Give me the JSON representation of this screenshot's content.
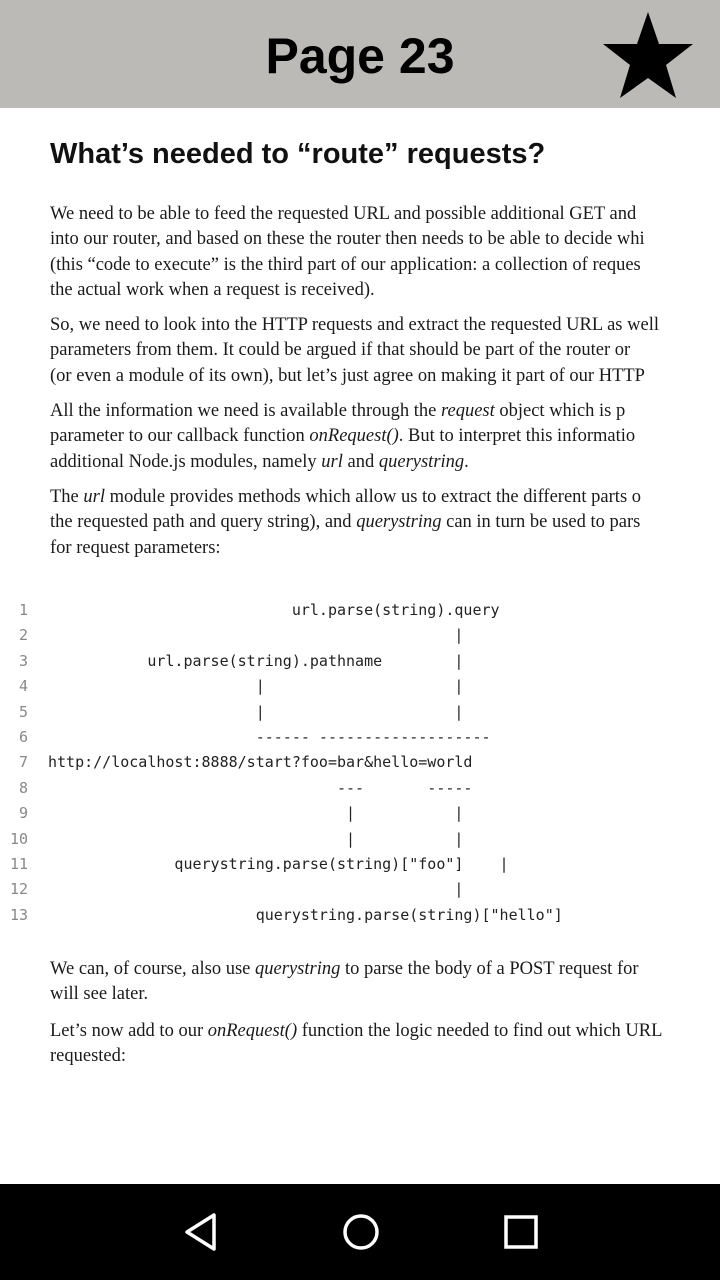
{
  "header": {
    "page_title": "Page 23",
    "bookmark_icon": "star-icon"
  },
  "article": {
    "heading": "What’s needed to “route” requests?",
    "paragraphs": [
      [
        [
          {
            "t": "We need to be able to feed the requested URL and possible additional GET and"
          }
        ],
        [
          {
            "t": "into our router, and based on these the router then needs to be able to decide whi"
          }
        ],
        [
          {
            "t": "(this “code to execute” is the third part of our application: a collection of reques"
          }
        ],
        [
          {
            "t": "the actual work when a request is received)."
          }
        ]
      ],
      [
        [
          {
            "t": "So, we need to look into the HTTP requests and extract the requested URL as well"
          }
        ],
        [
          {
            "t": "parameters from them. It could be argued if that should be part of the router or"
          }
        ],
        [
          {
            "t": "(or even a module of its own), but let’s just agree on making it part of our HTTP"
          }
        ]
      ],
      [
        [
          {
            "t": "All the information we need is available through the "
          },
          {
            "t": "request",
            "i": true
          },
          {
            "t": " object which is p"
          }
        ],
        [
          {
            "t": "parameter to our callback function "
          },
          {
            "t": "onRequest()",
            "i": true
          },
          {
            "t": ". But to interpret this informatio"
          }
        ],
        [
          {
            "t": "additional Node.js modules, namely "
          },
          {
            "t": "url",
            "i": true
          },
          {
            "t": " and "
          },
          {
            "t": "querystring",
            "i": true
          },
          {
            "t": "."
          }
        ]
      ],
      [
        [
          {
            "t": "The "
          },
          {
            "t": "url",
            "i": true
          },
          {
            "t": " module provides methods which allow us to extract the different parts o"
          }
        ],
        [
          {
            "t": "the requested path and query string), and "
          },
          {
            "t": "querystring",
            "i": true
          },
          {
            "t": " can in turn be used to pars"
          }
        ],
        [
          {
            "t": "for request parameters:"
          }
        ]
      ],
      [
        [
          {
            "t": "We can, of course, also use "
          },
          {
            "t": "querystring",
            "i": true
          },
          {
            "t": " to parse the body of a POST request for"
          }
        ],
        [
          {
            "t": "will see later."
          }
        ]
      ],
      [
        [
          {
            "t": "Let’s now add to our "
          },
          {
            "t": "onRequest()",
            "i": true
          },
          {
            "t": " function the logic needed to find out which URL"
          }
        ],
        [
          {
            "t": "requested:"
          }
        ]
      ]
    ],
    "code_lines": [
      "                           url.parse(string).query",
      "                                             |",
      "           url.parse(string).pathname        |",
      "                       |                     |",
      "                       |                     |",
      "                       ------ -------------------",
      "http://localhost:8888/start?foo=bar&hello=world",
      "                                ---       -----",
      "                                 |           |",
      "                                 |           |",
      "              querystring.parse(string)[\"foo\"]    |",
      "                                             |",
      "                       querystring.parse(string)[\"hello\"]"
    ]
  },
  "navigation": {
    "back_icon": "back-triangle-icon",
    "home_icon": "home-circle-icon",
    "recents_icon": "recents-square-icon"
  }
}
